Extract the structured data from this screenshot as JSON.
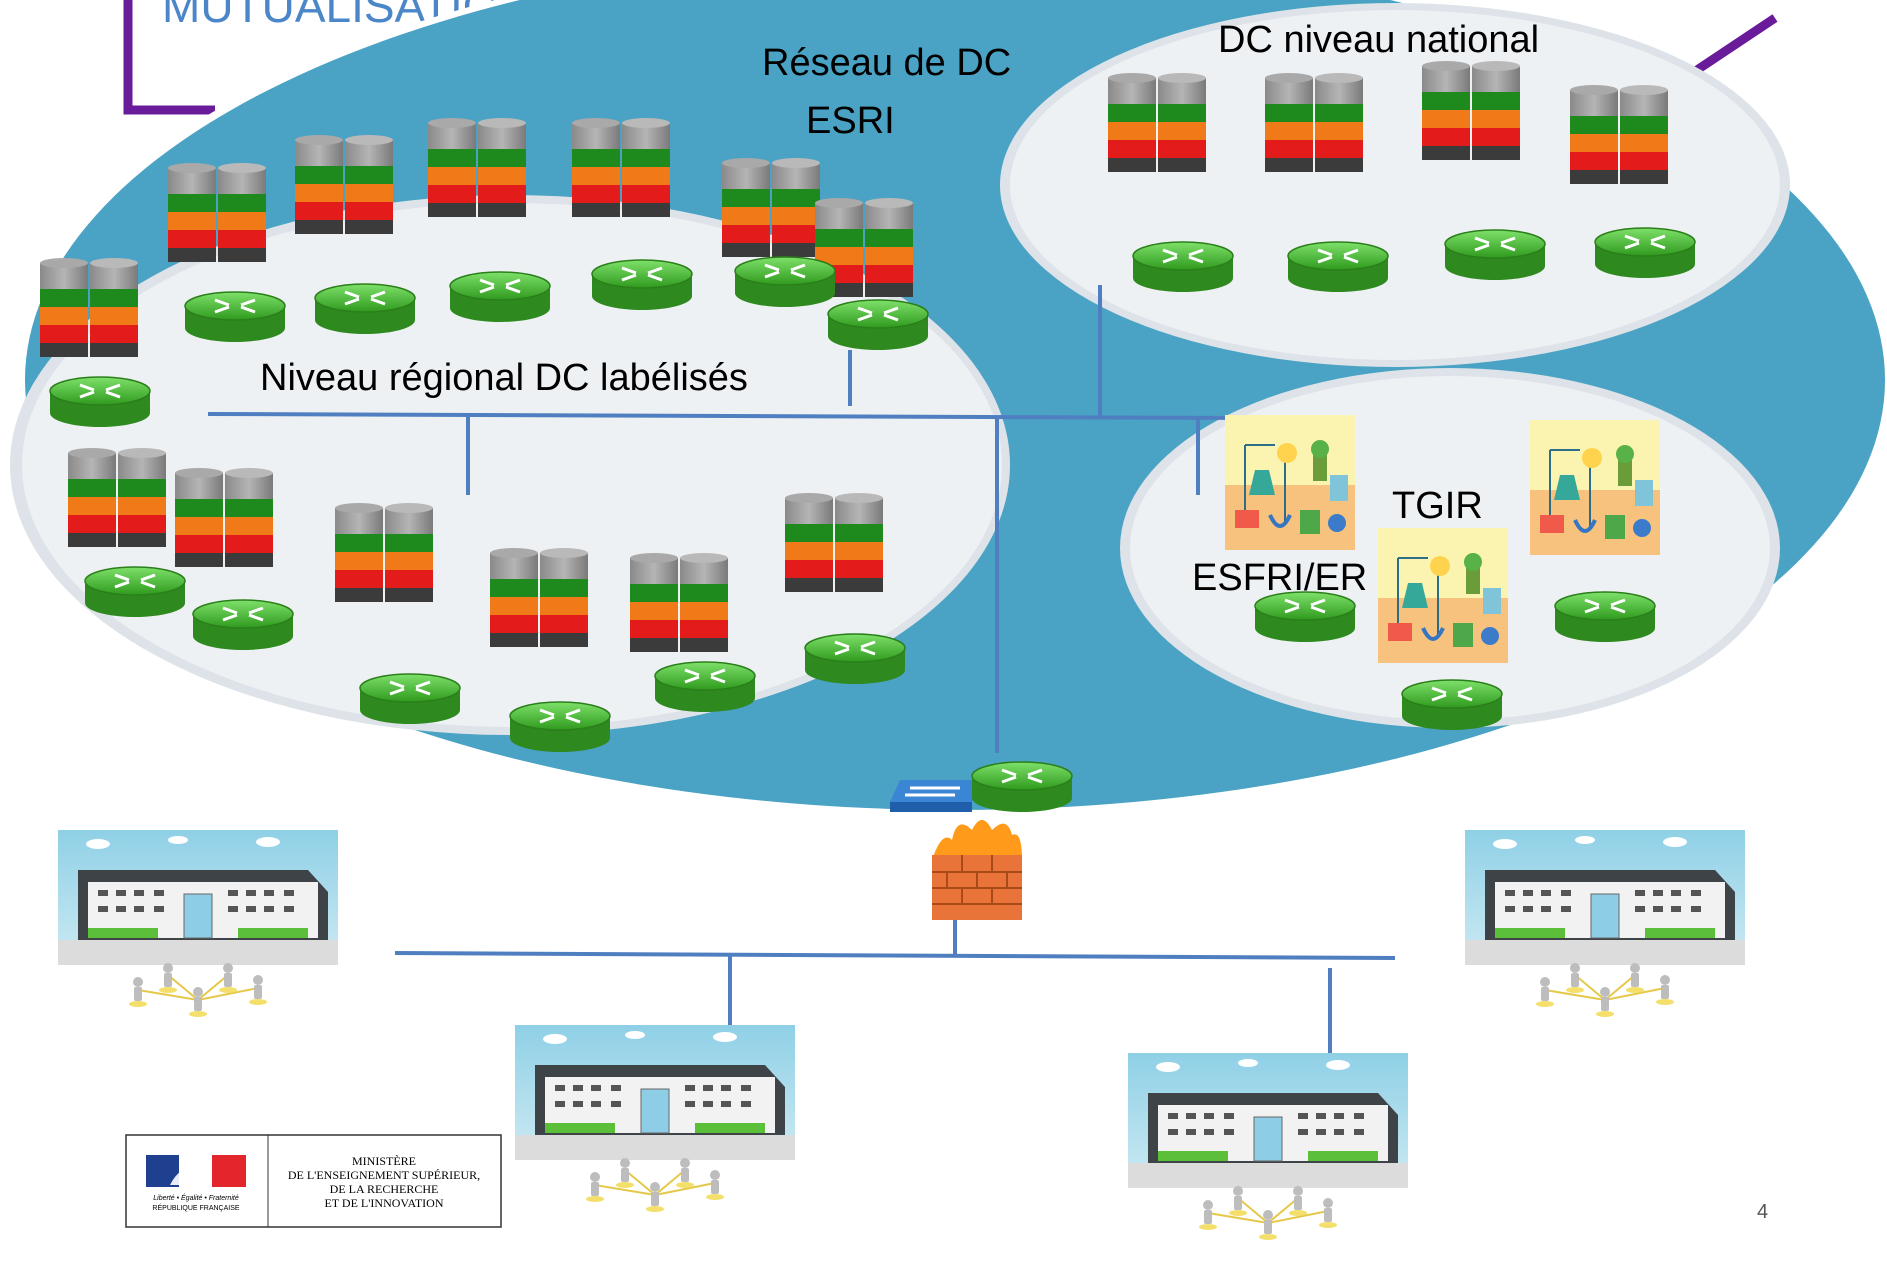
{
  "slide": {
    "title": "MUTUALISATION NATIONALE",
    "page_number": "4"
  },
  "labels": {
    "network": "Réseau de DC",
    "network_sub": "ESRI",
    "national": "DC niveau national",
    "regional": "Niveau régional DC labélisés",
    "tgir": "TGIR",
    "esfri": "ESFRI/ER"
  },
  "logo": {
    "line1": "MINISTÈRE",
    "line2": "DE L'ENSEIGNEMENT SUPÉRIEUR,",
    "line3": "DE LA RECHERCHE",
    "line4": "ET DE L'INNOVATION",
    "motto": "Liberté • Égalité • Fraternité",
    "republic": "RÉPUBLIQUE FRANÇAISE"
  },
  "icons": {
    "datacenter": "datacenter-rack-icon",
    "router": "router-icon",
    "switch": "switch-icon",
    "firewall": "firewall-icon",
    "science": "science-lab-icon",
    "building": "campus-building-icon"
  },
  "colors": {
    "title": "#4a86c8",
    "frame": "#6a1b9a",
    "big_oval": "#4aa3c4",
    "oval_inner": "#eaeef2",
    "line": "#4f7fc0"
  }
}
